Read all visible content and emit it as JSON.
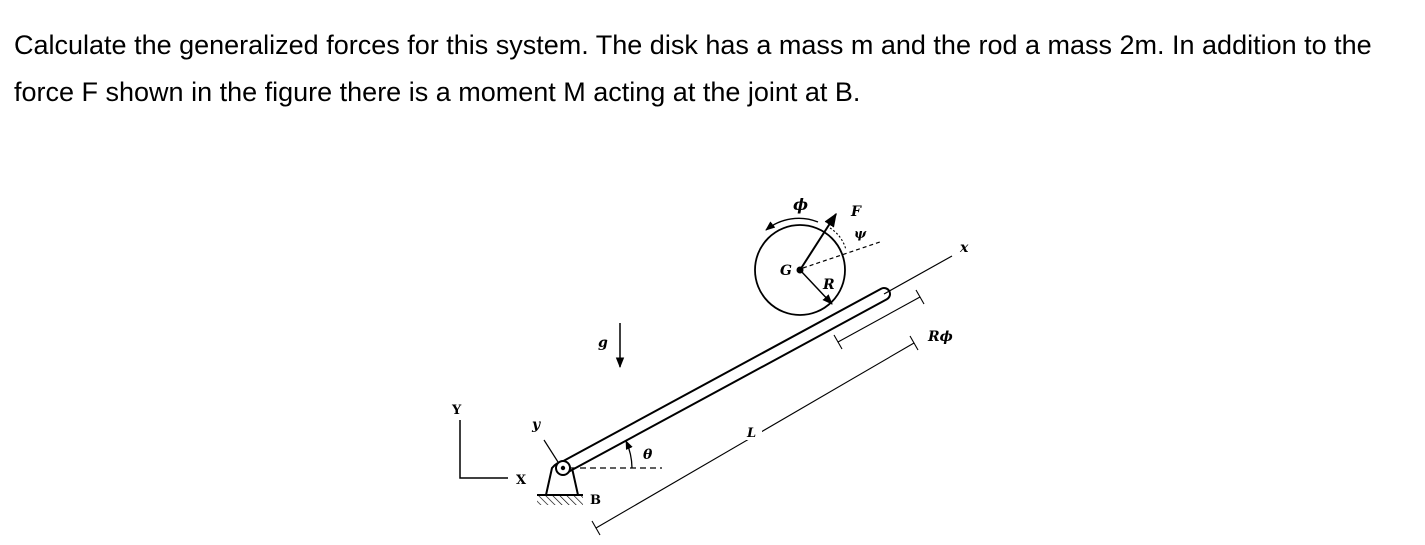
{
  "problem": {
    "text": "Calculate the generalized forces for this system. The disk has a mass m and the rod a mass 2m. In addition to the force F shown in the figure there is a moment M acting at the joint at B."
  },
  "figure": {
    "labels": {
      "phi": "ϕ",
      "F": "F",
      "psi": "ψ",
      "G": "G",
      "R": "R",
      "x": "x",
      "R_phi": "Rϕ",
      "g": "g",
      "Y": "Y",
      "y": "y",
      "theta": "θ",
      "L": "L",
      "X": "X",
      "B": "B"
    }
  }
}
